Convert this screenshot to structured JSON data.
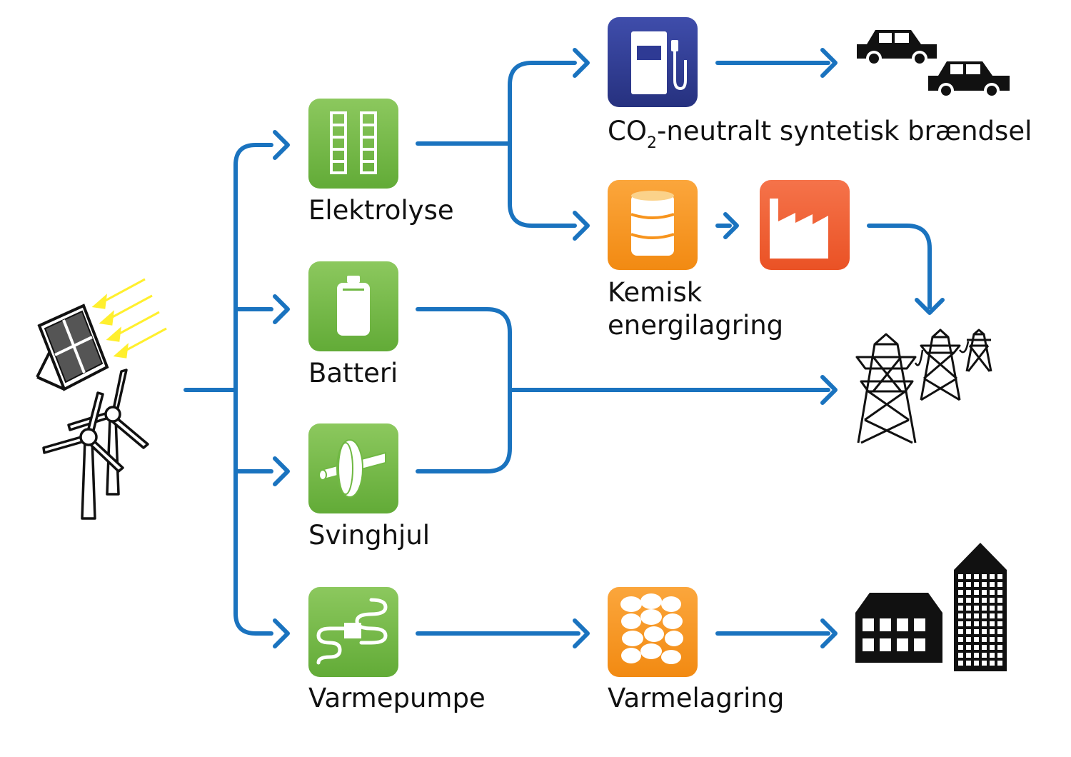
{
  "colors": {
    "arrow": "#1a73bf",
    "green": "#70b843",
    "orange": "#f7941d",
    "red_orange": "#ef5a2a",
    "navy": "#2e3a94",
    "sun_rays": "#ffef2e",
    "black": "#111111"
  },
  "labels": {
    "elektrolyse": "Elektrolyse",
    "batteri": "Batteri",
    "svinghjul": "Svinghjul",
    "varmepumpe": "Varmepumpe",
    "kemisk_line1": "Kemisk",
    "kemisk_line2": "energilagring",
    "varmelagring": "Varmelagring",
    "fuel_co": "CO",
    "fuel_sub": "2",
    "fuel_rest": "-neutralt syntetisk brændsel"
  },
  "icons": {
    "source": [
      "solar-panel-icon",
      "wind-turbine-icon"
    ],
    "storage": [
      "electrolyzer-icon",
      "battery-icon",
      "flywheel-icon",
      "heat-pump-icon",
      "fuel-pump-icon",
      "fuel-tank-icon",
      "factory-icon",
      "heat-storage-icon"
    ],
    "end_use": [
      "cars-icon",
      "power-grid-icon",
      "buildings-icon"
    ]
  }
}
